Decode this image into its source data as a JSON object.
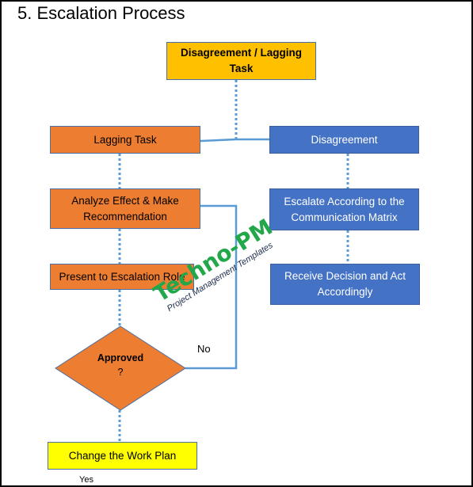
{
  "title": "5.  Escalation Process",
  "colors": {
    "yellow": "#ffc000",
    "orange": "#ed7d31",
    "blue": "#4472c4",
    "lime": "#ffff00",
    "connector": "#5b9bd5",
    "watermark_green": "#22a84a"
  },
  "nodes": {
    "start": "Disagreement / Lagging Task",
    "lagging_task": "Lagging Task",
    "disagreement": "Disagreement",
    "analyze": "Analyze  Effect & Make Recommendation",
    "escalate": "Escalate  According to the Communication  Matrix",
    "present": "Present to Escalation  Role",
    "receive": "Receive Decision and Act Accordingly",
    "approved": "Approved",
    "approved_q": "?",
    "change_plan": "Change the Work Plan"
  },
  "edge_labels": {
    "no": "No",
    "yes": "Yes"
  },
  "watermark": {
    "main": "Techno-PM",
    "sub": "Project Management Templates"
  }
}
